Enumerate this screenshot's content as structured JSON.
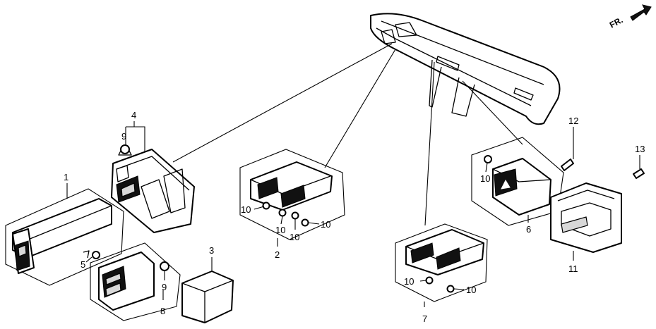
{
  "direction_indicator": {
    "label": "FR."
  },
  "callouts": {
    "c1": "1",
    "c2": "2",
    "c3": "3",
    "c4": "4",
    "c5": "5",
    "c6": "6",
    "c7": "7",
    "c8": "8",
    "c9a": "9",
    "c9b": "9",
    "c10a": "10",
    "c10b": "10",
    "c10c": "10",
    "c10d": "10",
    "c10e": "10",
    "c10f": "10",
    "c10g": "10",
    "c11": "11",
    "c12": "12",
    "c13": "13"
  }
}
